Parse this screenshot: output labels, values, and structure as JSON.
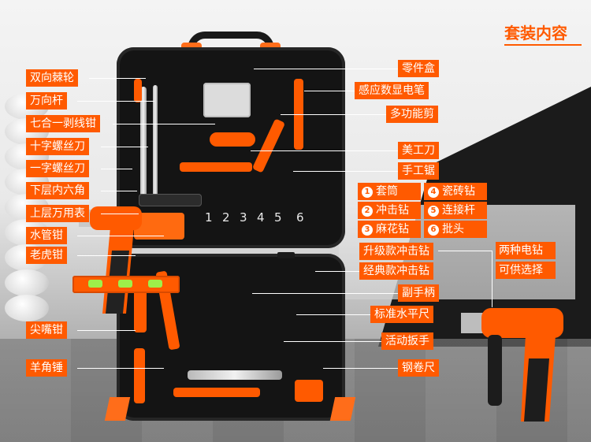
{
  "header": {
    "title": "套装内容"
  },
  "left_labels": [
    {
      "label": "双向棘轮"
    },
    {
      "label": "万向杆"
    },
    {
      "label": "七合一剥线钳"
    },
    {
      "label": "十字螺丝刀"
    },
    {
      "label": "一字螺丝刀"
    },
    {
      "label": "下层内六角"
    },
    {
      "label": "上层万用表"
    },
    {
      "label": "水管钳"
    },
    {
      "label": "老虎钳"
    },
    {
      "label": "尖嘴钳"
    },
    {
      "label": "羊角锤"
    }
  ],
  "right_labels": [
    {
      "label": "零件盒"
    },
    {
      "label": "感应数显电笔"
    },
    {
      "label": "多功能剪"
    },
    {
      "label": "美工刀"
    },
    {
      "label": "手工锯"
    },
    {
      "label": "升级款冲击钻"
    },
    {
      "label": "经典款冲击钻"
    },
    {
      "label": "副手柄"
    },
    {
      "label": "标准水平尺"
    },
    {
      "label": "活动扳手"
    },
    {
      "label": "钢卷尺"
    }
  ],
  "bit_legend": [
    {
      "num": "1",
      "label": "套筒"
    },
    {
      "num": "4",
      "label": "瓷砖钻"
    },
    {
      "num": "2",
      "label": "冲击钻"
    },
    {
      "num": "5",
      "label": "连接杆"
    },
    {
      "num": "3",
      "label": "麻花钻"
    },
    {
      "num": "6",
      "label": "批头"
    }
  ],
  "bit_numbers": [
    "1",
    "2",
    "3",
    "4",
    "5",
    "6"
  ],
  "drill_note": {
    "line1": "两种电钻",
    "line2": "可供选择"
  },
  "colors": {
    "accent": "#ff5a00",
    "case": "#141414",
    "label_text": "#ffffff"
  }
}
